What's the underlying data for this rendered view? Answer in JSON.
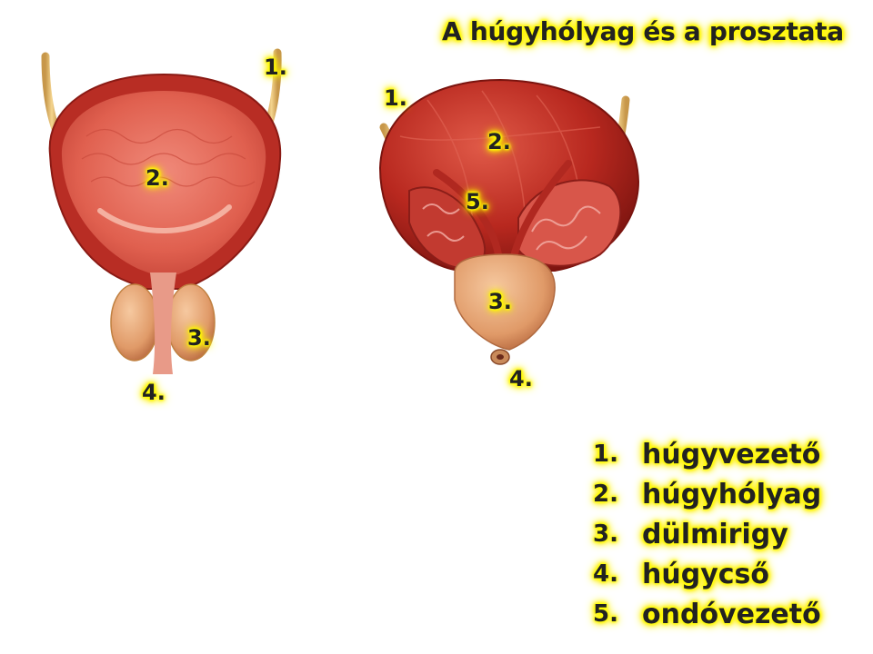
{
  "title": "A húgyhólyag és a prosztata",
  "left_labels": {
    "l1": "1.",
    "l2": "2.",
    "l3": "3.",
    "l4": "4."
  },
  "right_labels": {
    "r1": "1.",
    "r2": "2.",
    "r3": "3.",
    "r4": "4.",
    "r5": "5."
  },
  "legend": [
    {
      "num": "1.",
      "text": "húgyvezető"
    },
    {
      "num": "2.",
      "text": "húgyhólyag"
    },
    {
      "num": "3.",
      "text": "dülmirigy"
    },
    {
      "num": "4.",
      "text": "húgycső"
    },
    {
      "num": "5.",
      "text": "ondóvezető"
    }
  ],
  "colors": {
    "muscle": "#c0302a",
    "muscle_dark": "#8e1d18",
    "interior": "#e5675a",
    "ureter": "#e8c070",
    "prostate": "#e8a070",
    "highlight": "#ffff00"
  }
}
